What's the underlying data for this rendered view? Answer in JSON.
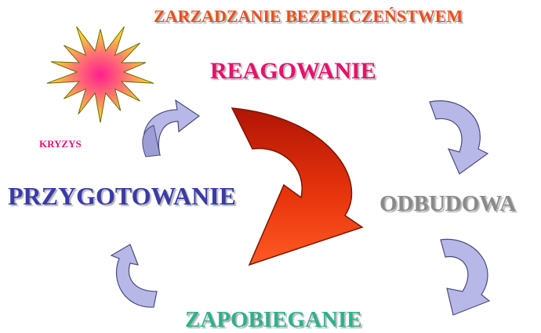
{
  "diagram": {
    "title": "ZARZADZANIE BEZPIECZEŃSTWEM",
    "stages": {
      "reagowanie": "REAGOWANIE",
      "odbudowa": "ODBUDOWA",
      "zapobieganie": "ZAPOBIEGANIE",
      "przygotowanie": "PRZYGOTOWANIE"
    },
    "crisis_label": "KRYZYS",
    "crisis_icon": "starburst-icon"
  },
  "colors": {
    "title": "#e8501e",
    "reagowanie": "#e8106e",
    "odbudowa": "#8a8a8a",
    "zapobieganie": "#2fb08c",
    "przygotowanie": "#3a3aa8",
    "crisis_label": "#e8106e",
    "cycle_arrow_fill": "#b8b8e8",
    "big_arrow_dark": "#c21e0a",
    "big_arrow_light": "#ff4a1c"
  }
}
